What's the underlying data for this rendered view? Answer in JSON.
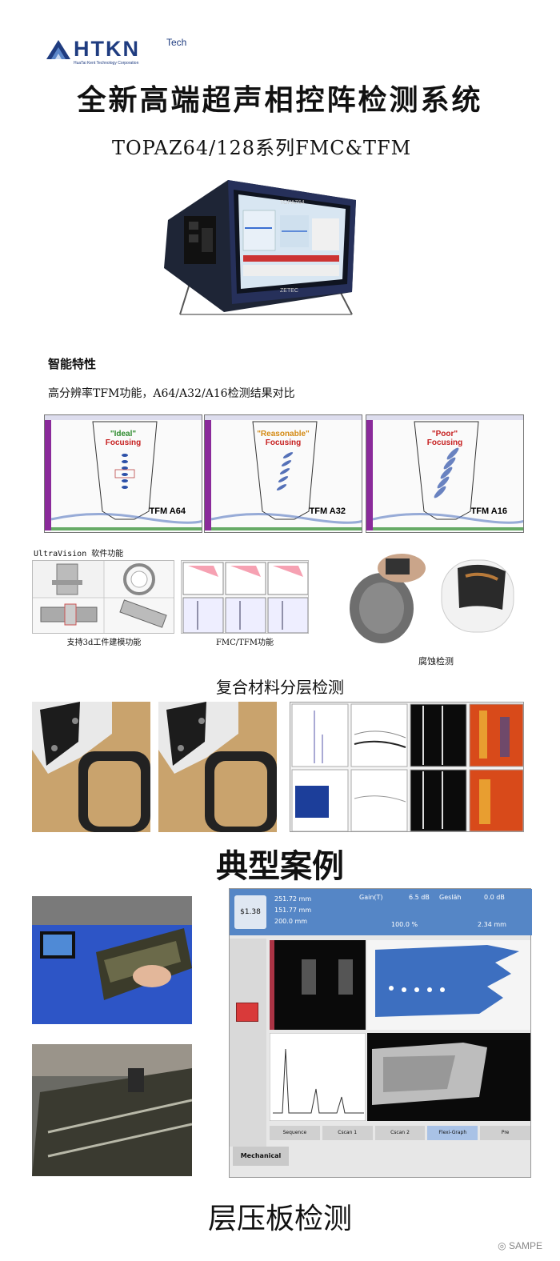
{
  "logo": {
    "text": "HTKN",
    "tech": "Tech",
    "tagline": "HuaTai Kent Technology Corporation"
  },
  "header": {
    "title": "全新高端超声相控阵检测系统",
    "subtitle": "TOPAZ64/128系列FMC&TFM"
  },
  "device": {
    "brand_top": "TOPAZ64",
    "brand_bottom": "ZETEC"
  },
  "features": {
    "title": "智能特性",
    "description": "高分辨率TFM功能，A64/A32/A16检测结果对比"
  },
  "tfm_panels": [
    {
      "quality": "\"Ideal\"",
      "focus": "Focusing",
      "label": "TFM A64",
      "color": "#2e8b2e"
    },
    {
      "quality": "\"Reasonable\"",
      "focus": "Focusing",
      "label": "TFM A32",
      "color": "#d48a14"
    },
    {
      "quality": "\"Poor\"",
      "focus": "Focusing",
      "label": "TFM A16",
      "color": "#c62020"
    }
  ],
  "ultravision": {
    "title": "UltraVision  软件功能",
    "cap_3d": "支持3d工件建模功能",
    "cap_fmc": "FMC/TFM功能",
    "cap_corrosion": "腐蚀检测"
  },
  "sections": {
    "composite": "复合材料分层检测",
    "cases": "典型案例",
    "laminate": "层压板检测"
  },
  "ui_screen": {
    "readouts": [
      "251.72 mm",
      "151.77 mm",
      "200.0 mm"
    ],
    "gain_label": "Gain(T)",
    "gain_value": "6.5 dB",
    "gain2_label": "Gesläh",
    "gain2_value": "0.0 dB",
    "r1_value": "100.0 %",
    "r2_value": "2.34 mm",
    "side_value": "$1.38",
    "tabs": [
      "Sequence",
      "Cscan 1",
      "Cscan 2",
      "Flexi-Graph",
      "Pre"
    ],
    "mode_button": "Mechanical"
  },
  "watermark": "SAMPE",
  "colors": {
    "brand": "#1f3c80",
    "ideal": "#2e8b2e",
    "reasonable": "#d48a14",
    "poor": "#c62020"
  }
}
